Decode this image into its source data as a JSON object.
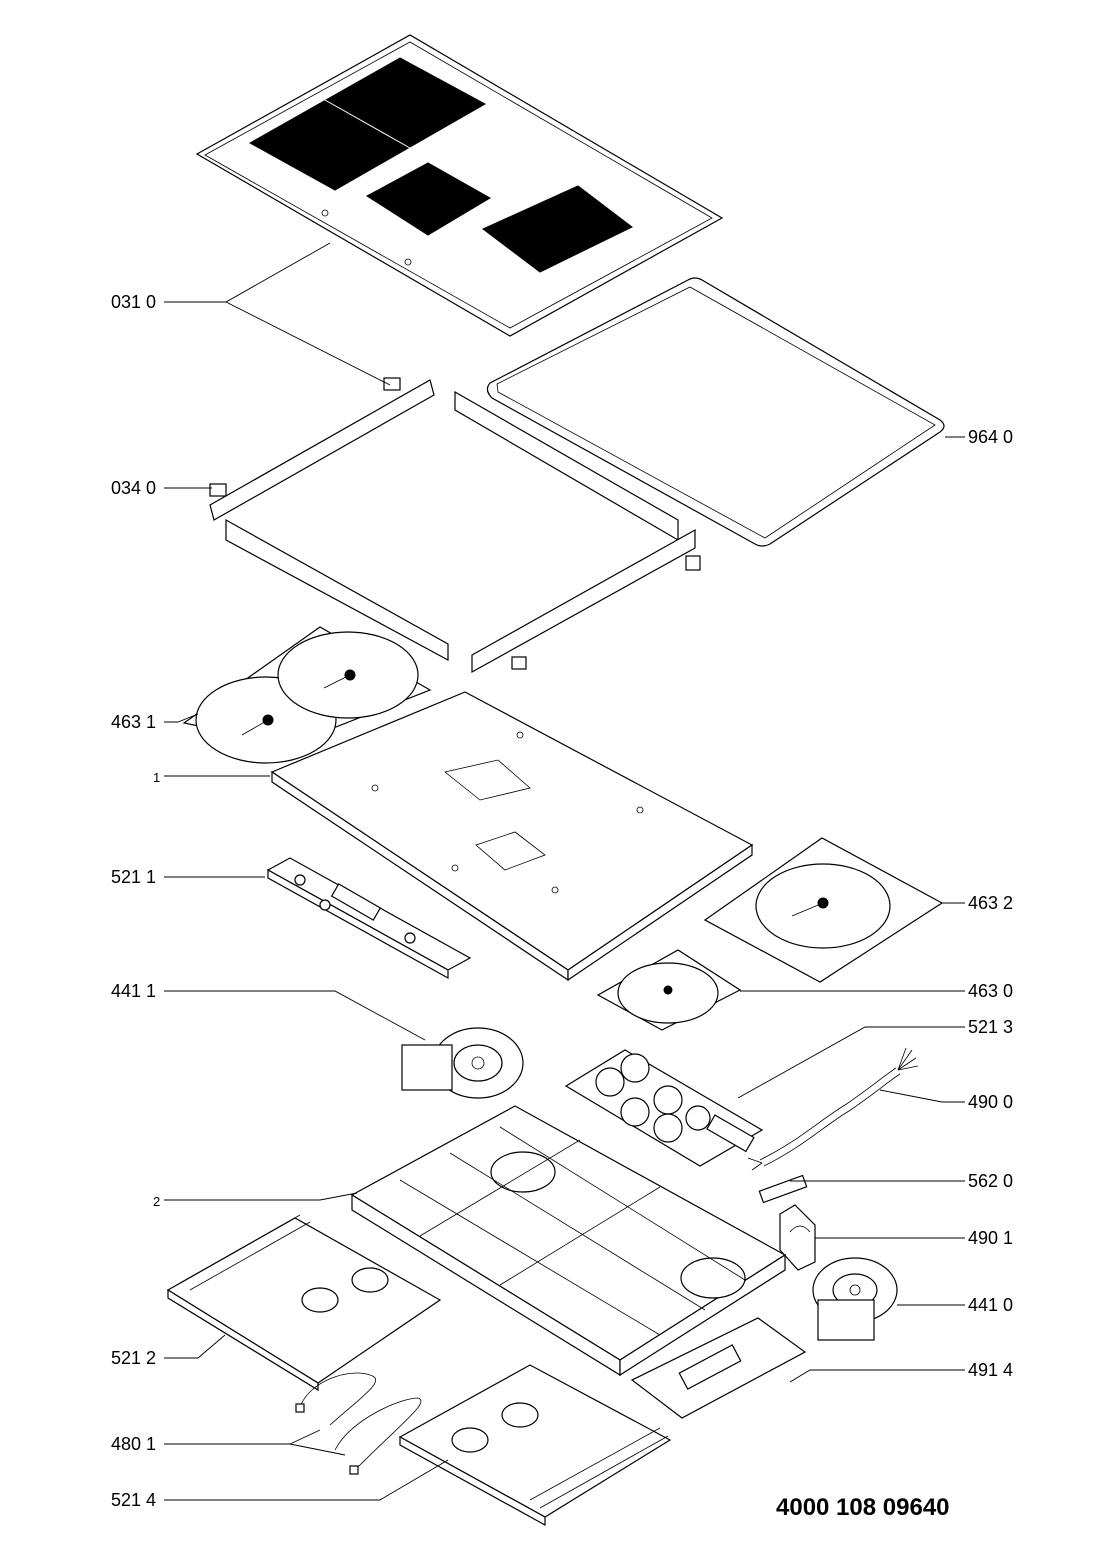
{
  "labels": {
    "l_031_0": "031 0",
    "l_964_0": "964 0",
    "l_034_0": "034 0",
    "l_463_1": "463 1",
    "l_1": "1",
    "l_521_1": "521 1",
    "l_463_2": "463 2",
    "l_441_1": "441 1",
    "l_463_0": "463 0",
    "l_521_3": "521 3",
    "l_490_0": "490 0",
    "l_562_0": "562 0",
    "l_2": "2",
    "l_490_1": "490 1",
    "l_441_0": "441 0",
    "l_521_2": "521 2",
    "l_491_4": "491 4",
    "l_480_1": "480 1",
    "l_521_4": "521 4"
  },
  "part_number": "4000 108 09640"
}
